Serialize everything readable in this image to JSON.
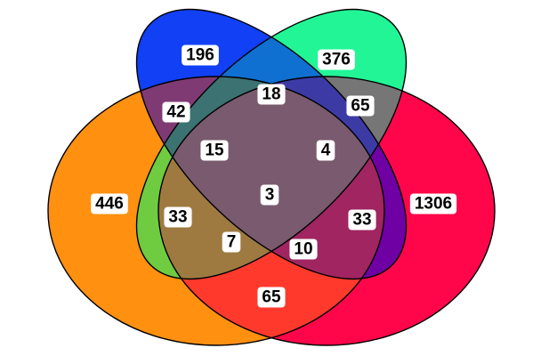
{
  "venn": {
    "sets": [
      {
        "color": "#ff8c00"
      },
      {
        "color": "#0033ff"
      },
      {
        "color": "#1aff99"
      },
      {
        "color": "#ff0044"
      }
    ],
    "regions": [
      {
        "sets": [
          0
        ],
        "value": "446",
        "color": "#ff9010"
      },
      {
        "sets": [
          1
        ],
        "value": "196",
        "color": "#1140f5"
      },
      {
        "sets": [
          2
        ],
        "value": "376",
        "color": "#22f596"
      },
      {
        "sets": [
          3
        ],
        "value": "1306",
        "color": "#ff064b"
      },
      {
        "sets": [
          0,
          1
        ],
        "value": "42",
        "color": "#7f3a74"
      },
      {
        "sets": [
          1,
          2
        ],
        "value": "18",
        "color": "#0f70d2"
      },
      {
        "sets": [
          2,
          3
        ],
        "value": "65",
        "color": "#767676"
      },
      {
        "sets": [
          0,
          2
        ],
        "value": "33",
        "color": "#6fcc41"
      },
      {
        "sets": [
          1,
          3
        ],
        "value": "33",
        "color": "#6f01a4"
      },
      {
        "sets": [
          0,
          3
        ],
        "value": "65",
        "color": "#ff3a2c"
      },
      {
        "sets": [
          0,
          1,
          2
        ],
        "value": "15",
        "color": "#3c7271"
      },
      {
        "sets": [
          1,
          2,
          3
        ],
        "value": "4",
        "color": "#3c3ba6"
      },
      {
        "sets": [
          0,
          1,
          3
        ],
        "value": "10",
        "color": "#a02560"
      },
      {
        "sets": [
          0,
          2,
          3
        ],
        "value": "7",
        "color": "#9e7a41"
      },
      {
        "sets": [
          0,
          1,
          2,
          3
        ],
        "value": "3",
        "color": "#795a6e"
      }
    ]
  }
}
